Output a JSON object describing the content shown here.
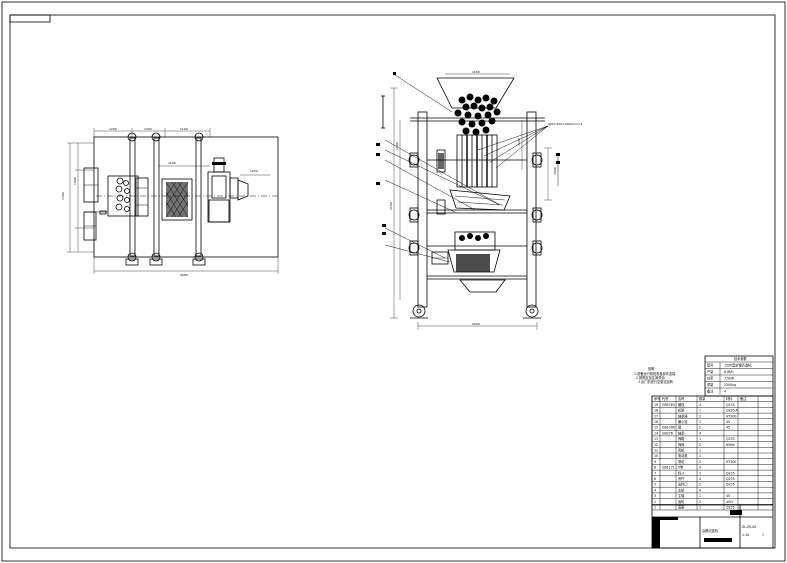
{
  "drawing": {
    "frame_tag": "",
    "dimensions": {
      "side_view": [
        "1200",
        "1300",
        "1100",
        "1300",
        "1400",
        "1250",
        "1100",
        "4000"
      ],
      "front_view": [
        "1100",
        "1500",
        "1600",
        "1200",
        "2700",
        "2000"
      ],
      "leader_note": "400×300×1000mm×4"
    },
    "notes": [
      "说明",
      "1.设备运行前检查各部件连接",
      "2.按规定加注润滑油",
      "3.出厂前进行空载试运转"
    ],
    "title_block": {
      "header": "技术参数",
      "params": [
        {
          "label": "型号",
          "value": "1500型杂粮清选机"
        },
        {
          "label": "产量",
          "value": "6-8t/h"
        },
        {
          "label": "功率",
          "value": "7.5kW"
        },
        {
          "label": "重量",
          "value": "2500kg"
        },
        {
          "label": "备注",
          "value": "4"
        }
      ],
      "columns": [
        "序号",
        "代号",
        "名称",
        "数量",
        "材料",
        "备注"
      ],
      "parts": [
        {
          "no": "19",
          "code": "GB5783",
          "name": "螺栓",
          "qty": "4",
          "mat": "Q235",
          "rem": ""
        },
        {
          "no": "18",
          "code": "",
          "name": "机架",
          "qty": "1",
          "mat": "Q235-A",
          "rem": ""
        },
        {
          "no": "17",
          "code": "",
          "name": "轴承座",
          "qty": "2",
          "mat": "HT200",
          "rem": ""
        },
        {
          "no": "16",
          "code": "",
          "name": "偏心轮",
          "qty": "1",
          "mat": "45",
          "rem": ""
        },
        {
          "no": "15",
          "code": "GB1096",
          "name": "键",
          "qty": "2",
          "mat": "45",
          "rem": ""
        },
        {
          "no": "14",
          "code": "GB276",
          "name": "轴承",
          "qty": "4",
          "mat": "",
          "rem": ""
        },
        {
          "no": "13",
          "code": "",
          "name": "筛箱",
          "qty": "1",
          "mat": "Q235",
          "rem": ""
        },
        {
          "no": "12",
          "code": "",
          "name": "筛网",
          "qty": "2",
          "mat": "65Mn",
          "rem": ""
        },
        {
          "no": "11",
          "code": "",
          "name": "风机",
          "qty": "1",
          "mat": "",
          "rem": ""
        },
        {
          "no": "10",
          "code": "",
          "name": "电动机",
          "qty": "1",
          "mat": "",
          "rem": ""
        },
        {
          "no": "9",
          "code": "",
          "name": "带轮",
          "qty": "2",
          "mat": "HT200",
          "rem": ""
        },
        {
          "no": "8",
          "code": "GB1171",
          "name": "V带",
          "qty": "3",
          "mat": "",
          "rem": ""
        },
        {
          "no": "7",
          "code": "",
          "name": "料斗",
          "qty": "1",
          "mat": "Q235",
          "rem": ""
        },
        {
          "no": "6",
          "code": "",
          "name": "吊杆",
          "qty": "4",
          "mat": "Q235",
          "rem": ""
        },
        {
          "no": "5",
          "code": "",
          "name": "出料口",
          "qty": "2",
          "mat": "Q235",
          "rem": ""
        },
        {
          "no": "4",
          "code": "",
          "name": "车轮",
          "qty": "4",
          "mat": "",
          "rem": ""
        },
        {
          "no": "3",
          "code": "",
          "name": "主轴",
          "qty": "1",
          "mat": "45",
          "rem": ""
        },
        {
          "no": "2",
          "code": "",
          "name": "齿轮",
          "qty": "2",
          "mat": "40Cr",
          "rem": ""
        },
        {
          "no": "1",
          "code": "",
          "name": "底座",
          "qty": "1",
          "mat": "Q235",
          "rem": ""
        }
      ],
      "drawing_name": "杂粮清选机",
      "drawing_no": "ZL-00-00",
      "scale": "1:10",
      "sheet": "1"
    }
  }
}
